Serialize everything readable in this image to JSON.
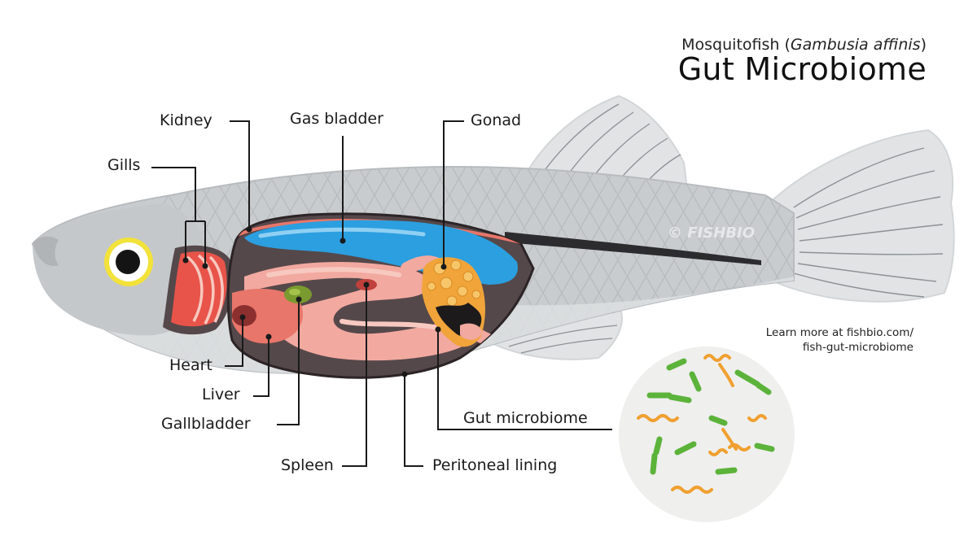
{
  "title": {
    "common_name": "Mosquitofish",
    "scientific_name": "Gambusia affinis",
    "main": "Gut Microbiome"
  },
  "labels": {
    "kidney": "Kidney",
    "gas_bladder": "Gas bladder",
    "gonad": "Gonad",
    "gills": "Gills",
    "heart": "Heart",
    "liver": "Liver",
    "gallbladder": "Gallbladder",
    "spleen": "Spleen",
    "peritoneal_lining": "Peritoneal lining",
    "gut_microbiome": "Gut microbiome"
  },
  "learn_more": {
    "line1": "Learn more at fishbio.com/",
    "line2": "fish-gut-microbiome"
  },
  "watermark": "© FISHBIO",
  "colors": {
    "body": "#c9ccce",
    "body_dark": "#a9adb0",
    "cavity": "#55484a",
    "gas_bladder": "#2b9fe0",
    "gut": "#f2a9a0",
    "gut_light": "#f7c9c0",
    "liver": "#e8766a",
    "heart": "#8c2f2f",
    "gallbladder": "#7a9a2f",
    "gills": "#e8544a",
    "gonad": "#f0a43a",
    "bacteria_rod": "#5cb33a",
    "bacteria_spiral": "#f0a030",
    "eye_ring": "#f2e23a"
  }
}
